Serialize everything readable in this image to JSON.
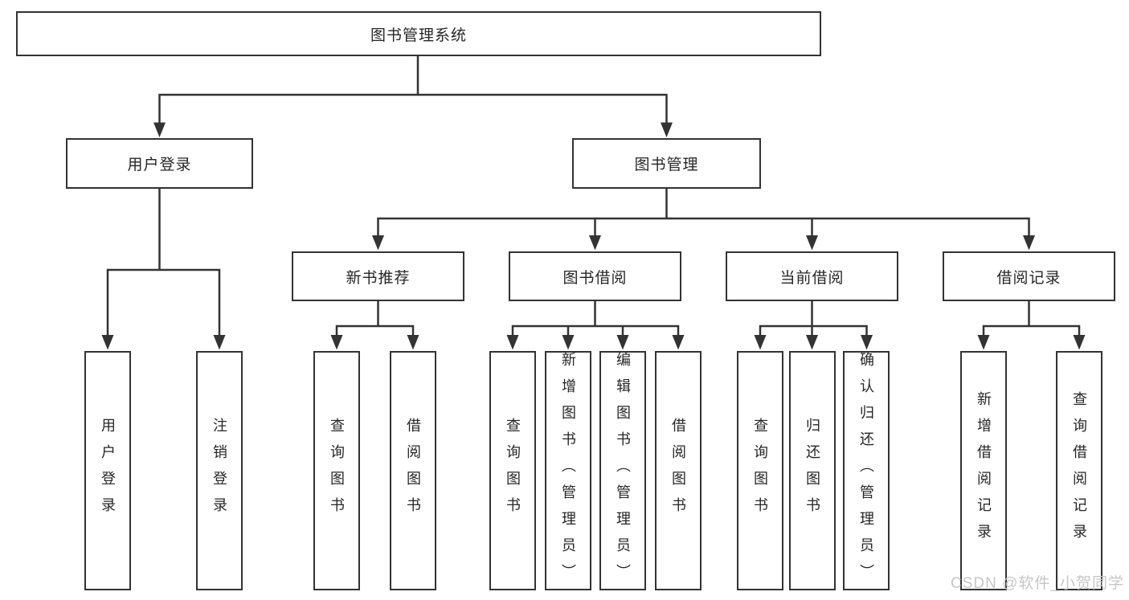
{
  "tree": {
    "root": {
      "label": "图书管理系统"
    },
    "branches": [
      {
        "label": "用户登录",
        "leaves": [
          "用户登录",
          "注销登录"
        ]
      },
      {
        "label": "图书管理",
        "groups": [
          {
            "label": "新书推荐",
            "leaves": [
              "查询图书",
              "借阅图书"
            ]
          },
          {
            "label": "图书借阅",
            "leaves": [
              "查询图书",
              "新增图书（管理员）",
              "编辑图书（管理员）",
              "借阅图书"
            ]
          },
          {
            "label": "当前借阅",
            "leaves": [
              "查询图书",
              "归还图书",
              "确认归还（管理员）"
            ]
          },
          {
            "label": "借阅记录",
            "leaves": [
              "新增借阅记录",
              "查询借阅记录"
            ]
          }
        ]
      }
    ]
  },
  "watermark": {
    "text": "CSDN @软件_小贺同学"
  },
  "colors": {
    "line": "#333333",
    "text": "#262626",
    "watermark": "#c6c6c6",
    "background": "#ffffff"
  }
}
